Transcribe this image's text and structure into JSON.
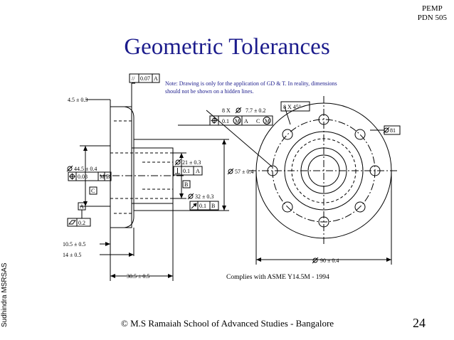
{
  "header": {
    "code_line1": "PEMP",
    "code_line2": "PDN 505"
  },
  "title": "Geometric Tolerances",
  "sidebar_author": "Sudhindra MSRSAS",
  "footer": {
    "copyright": "© M.S Ramaiah School of Advanced Studies - Bangalore",
    "page_number": "24"
  },
  "drawing": {
    "note_line1": "Note: Drawing is only for the application of GD & T. In reality, dimensions",
    "note_line2": "should not be shown on a hidden lines.",
    "compliance": "Complies with ASME Y14.5M - 1994",
    "fcf_parallel_symbol": "//",
    "fcf_parallel_value": "0.07",
    "fcf_parallel_datum": "A",
    "dim_left_thickness": "4.5 ± 0.3",
    "dim_dia_44": "44.5 ± 0.4",
    "fcf_position_44_value": "0.08",
    "fcf_position_44_mod": "M",
    "fcf_position_44_datum": "B",
    "datum_c": "C",
    "datum_a": "A",
    "fcf_flatness_value": "0.2",
    "dim_10_5": "10.5 ± 0.5",
    "dim_14": "14 ± 0.5",
    "dim_30_5": "30.5 ± 0.5",
    "dim_dia_21": "21 ± 0.3",
    "fcf_perp_value": "0.1",
    "fcf_perp_datum": "A",
    "datum_b": "B",
    "dim_dia_57": "57 ± 0.4",
    "dim_dia_32": "32 ± 0.3",
    "fcf_runout_value": "0.1",
    "fcf_runout_datum": "B",
    "dim_8x_hole": "8 X",
    "dim_hole_size": "7.7 ± 0.2",
    "fcf_hole_value": "0.1",
    "fcf_hole_mod": "M",
    "fcf_hole_datum_a": "A",
    "fcf_hole_datum_c": "C",
    "fcf_hole_mod2": "M",
    "dim_8x_angle": "8 X 45°",
    "dim_dia_81": "81",
    "dim_dia_90": "90 ± 0.4"
  }
}
